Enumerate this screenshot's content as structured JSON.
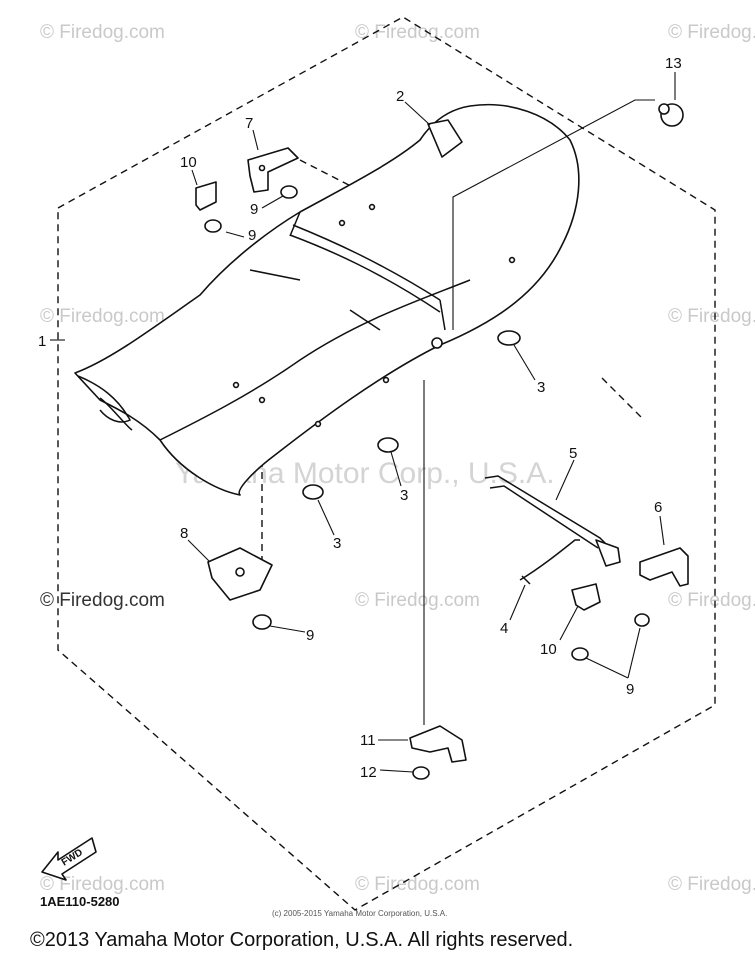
{
  "watermarks": {
    "firedog": "© Firedog.com",
    "firedog_dark": "© Firedog.com",
    "yamaha_center": "Yamaha Motor Corp., U.S.A."
  },
  "callouts": {
    "c1": "1",
    "c2": "2",
    "c3a": "3",
    "c3b": "3",
    "c3c": "3",
    "c4": "4",
    "c5": "5",
    "c6": "6",
    "c7": "7",
    "c8": "8",
    "c9a": "9",
    "c9b": "9",
    "c9c": "9",
    "c9d": "9",
    "c10a": "10",
    "c10b": "10",
    "c11": "11",
    "c12": "12",
    "c13": "13"
  },
  "fwd_label": "FWD",
  "diagram_code": "1AE110-5280",
  "small_copyright": "(c) 2005-2015 Yamaha Motor Corporation, U.S.A.",
  "footer_copyright": "©2013 Yamaha Motor Corporation, U.S.A. All rights reserved.",
  "icons": [
    "fwd-arrow-icon"
  ]
}
